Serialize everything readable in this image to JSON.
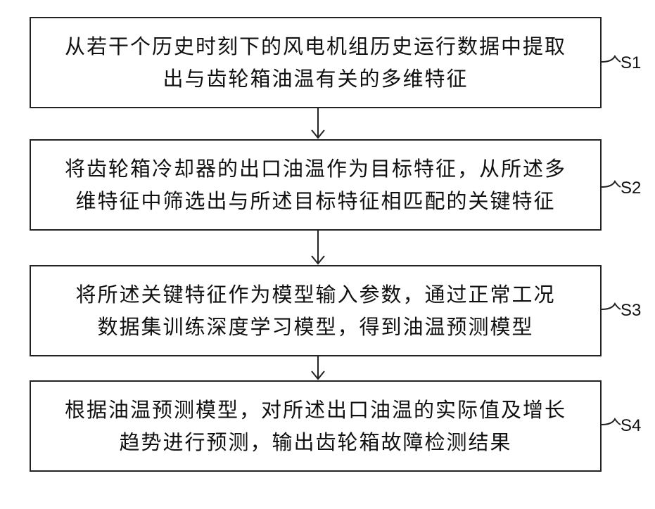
{
  "steps": [
    {
      "id": "S1",
      "line1": "从若干个历史时刻下的风电机组历史运行数据中提取",
      "line2": "出与齿轮箱油温有关的多维特征"
    },
    {
      "id": "S2",
      "line1": "将齿轮箱冷却器的出口油温作为目标特征，从所述多",
      "line2": "维特征中筛选出与所述目标特征相匹配的关键特征"
    },
    {
      "id": "S3",
      "line1": "将所述关键特征作为模型输入参数，通过正常工况",
      "line2": "数据集训练深度学习模型，得到油温预测模型"
    },
    {
      "id": "S4",
      "line1": "根据油温预测模型，对所述出口油温的实际值及增长",
      "line2": "趋势进行预测，输出齿轮箱故障检测结果"
    }
  ]
}
